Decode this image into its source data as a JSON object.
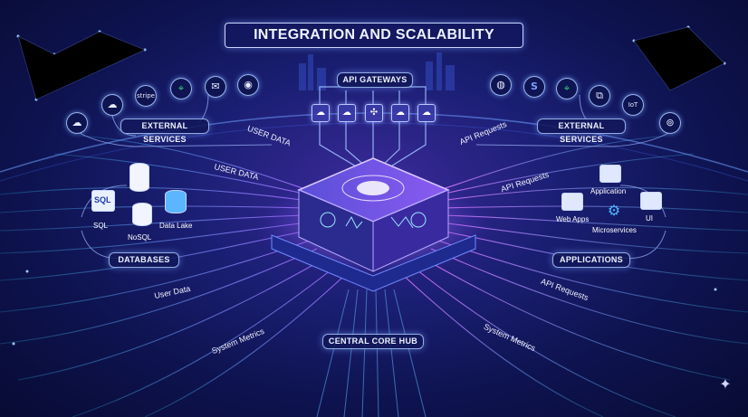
{
  "title": "INTEGRATION AND SCALABILITY",
  "labels": {
    "api_gateways": "API GATEWAYS",
    "external_services_left": "EXTERNAL SERVICES",
    "external_services_right": "EXTERNAL SERVICES",
    "databases": "DATABASES",
    "applications": "APPLICATIONS",
    "central_core_hub": "CENTRAL CORE HUB"
  },
  "databases": {
    "sql": "SQL",
    "sql_icon_text": "SQL",
    "nosql": "NoSQL",
    "data_lake": "Data Lake"
  },
  "applications": {
    "application": "Application",
    "web_apps": "Web Apps",
    "microservices": "Microservices",
    "ui": "UI"
  },
  "flows": {
    "user_data_1": "USER DATA",
    "user_data_2": "USER DATA",
    "user_data_3": "User Data",
    "system_metrics_left": "System Metrics",
    "api_requests_1": "API Requests",
    "api_requests_2": "API Requests",
    "api_requests_3": "API Requests",
    "system_metrics_right": "System Metrics"
  },
  "service_icons_left": {
    "stripe": "stripe",
    "iot": "IoT"
  },
  "colors": {
    "accent_cyan": "#34d7ff",
    "accent_magenta": "#d86bff",
    "accent_blue": "#4f7dff",
    "background": "#0e1350"
  },
  "icons": [
    "cloud-icon",
    "cloud-icon",
    "stripe-icon",
    "maps-icon",
    "mail-icon",
    "wireless-icon",
    "globe-icon",
    "s-icon",
    "maps-icon",
    "network-icon",
    "iot-icon",
    "sensor-icon"
  ]
}
